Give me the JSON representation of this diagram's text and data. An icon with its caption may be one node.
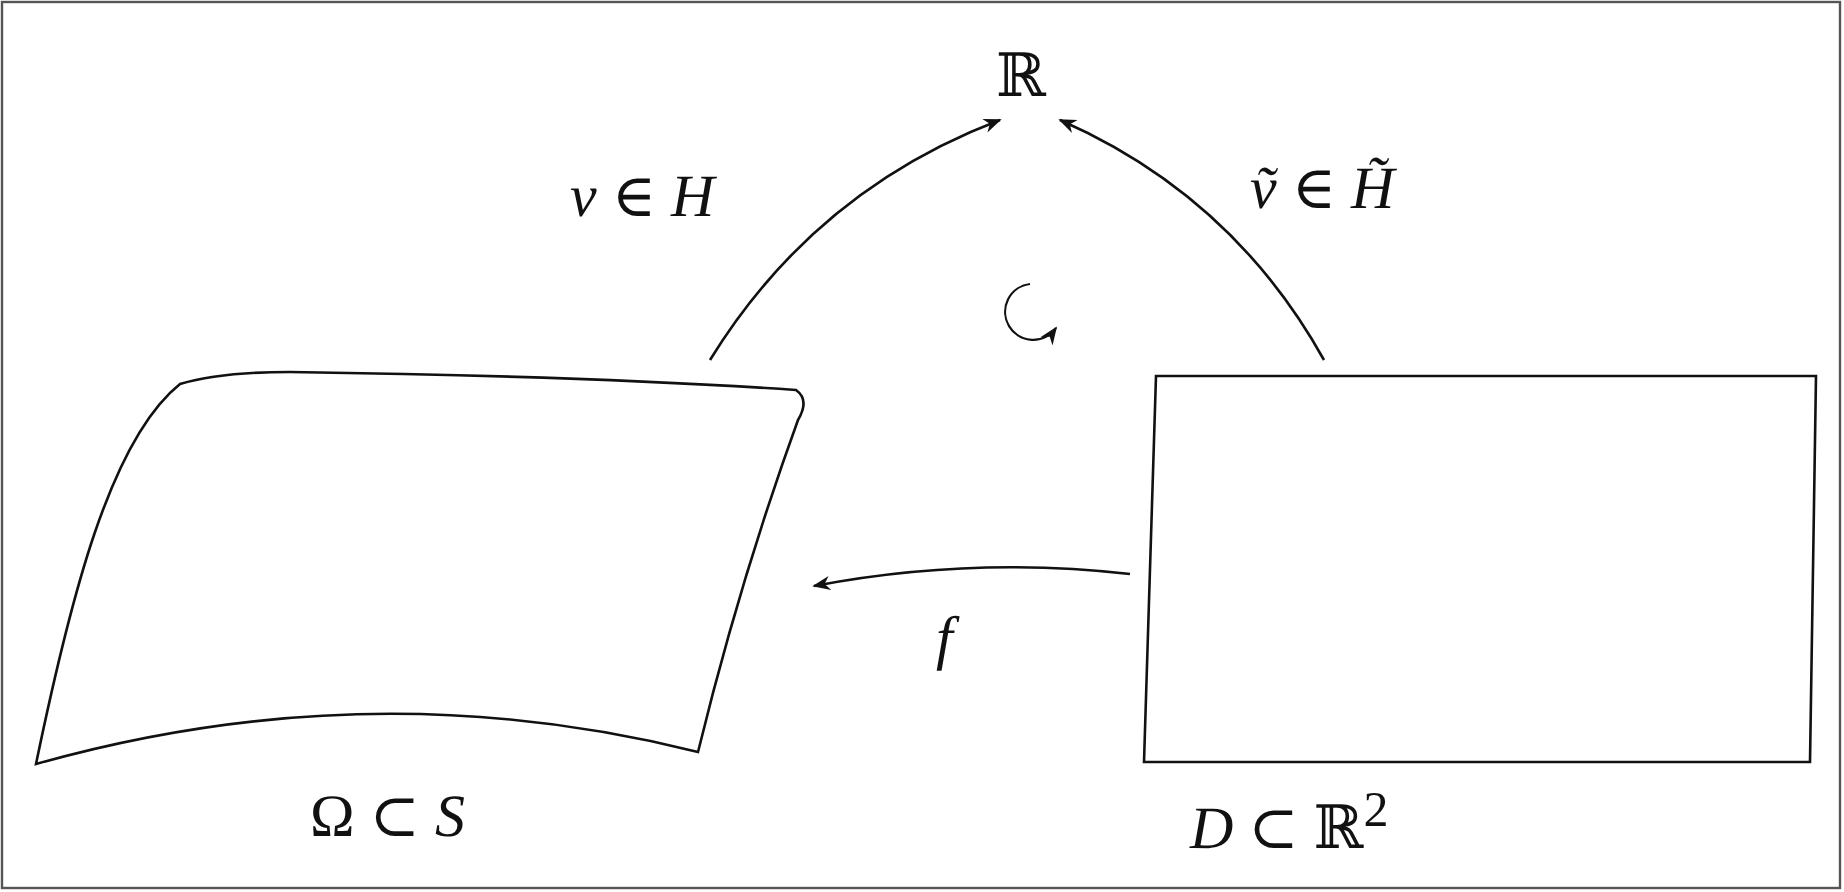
{
  "diagram": {
    "nodes": [
      {
        "text": [
          "ℝ"
        ]
      },
      {
        "text": [
          "Ω ⊂ *S*"
        ]
      },
      {
        "text": [
          "*D* ⊂ ℝ$^{2}$"
        ]
      }
    ],
    "edges": [
      {
        "from": 1,
        "to": 0,
        "arrow": "to",
        "label": "*v* ∈ *H*"
      },
      {
        "from": 2,
        "to": 0,
        "arrow": "to",
        "label": "*ṽ* ∈ *H̃*"
      },
      {
        "from": 2,
        "to": 1,
        "arrow": "to",
        "label": "*f*"
      }
    ]
  }
}
